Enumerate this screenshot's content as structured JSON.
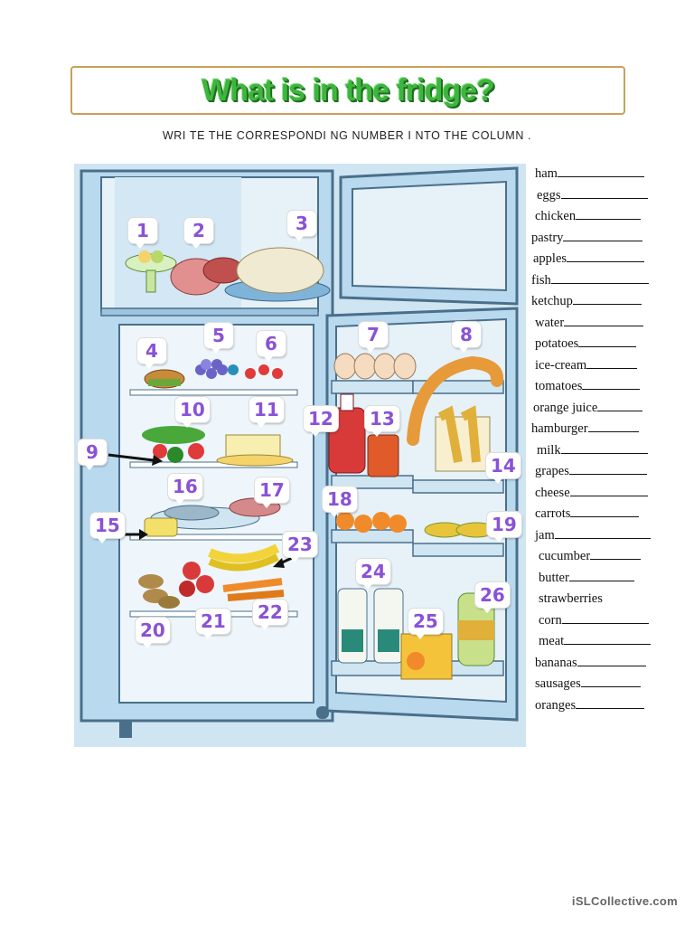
{
  "title": "What is in the fridge?",
  "instruction": "WRI TE THE CORRESPONDI NG NUMBER I NTO THE COLUMN .",
  "numbers": [
    "1",
    "2",
    "3",
    "4",
    "5",
    "6",
    "7",
    "8",
    "9",
    "10",
    "11",
    "12",
    "13",
    "14",
    "15",
    "16",
    "17",
    "18",
    "19",
    "20",
    "21",
    "22",
    "23",
    "24",
    "25",
    "26"
  ],
  "words": [
    {
      "label": "ham",
      "indent": 6,
      "blank": 96
    },
    {
      "label": "eggs",
      "indent": 8,
      "blank": 96
    },
    {
      "label": "chicken",
      "indent": 6,
      "blank": 72
    },
    {
      "label": "pastry",
      "indent": 2,
      "blank": 88
    },
    {
      "label": "apples",
      "indent": 4,
      "blank": 86
    },
    {
      "label": "fish",
      "indent": 2,
      "blank": 108
    },
    {
      "label": "ketchup",
      "indent": 2,
      "blank": 76
    },
    {
      "label": "water",
      "indent": 6,
      "blank": 88
    },
    {
      "label": "potatoes",
      "indent": 6,
      "blank": 64
    },
    {
      "label": "ice-cream",
      "indent": 6,
      "blank": 56
    },
    {
      "label": "tomatoes",
      "indent": 6,
      "blank": 64
    },
    {
      "label": "orange juice",
      "indent": 4,
      "blank": 50
    },
    {
      "label": "hamburger",
      "indent": 2,
      "blank": 56
    },
    {
      "label": "milk",
      "indent": 8,
      "blank": 96
    },
    {
      "label": "grapes",
      "indent": 6,
      "blank": 86
    },
    {
      "label": "cheese",
      "indent": 6,
      "blank": 86
    },
    {
      "label": "carrots",
      "indent": 6,
      "blank": 76
    },
    {
      "label": "jam",
      "indent": 6,
      "blank": 106
    },
    {
      "label": "cucumber",
      "indent": 10,
      "blank": 56
    },
    {
      "label": "butter",
      "indent": 10,
      "blank": 72
    },
    {
      "label": "strawberries",
      "indent": 10,
      "blank": 0
    },
    {
      "label": "corn",
      "indent": 10,
      "blank": 96
    },
    {
      "label": "meat",
      "indent": 10,
      "blank": 96
    },
    {
      "label": "bananas",
      "indent": 6,
      "blank": 76
    },
    {
      "label": "sausages",
      "indent": 6,
      "blank": 66
    },
    {
      "label": "oranges",
      "indent": 6,
      "blank": 76
    }
  ],
  "footer": "iSLCollective.com"
}
